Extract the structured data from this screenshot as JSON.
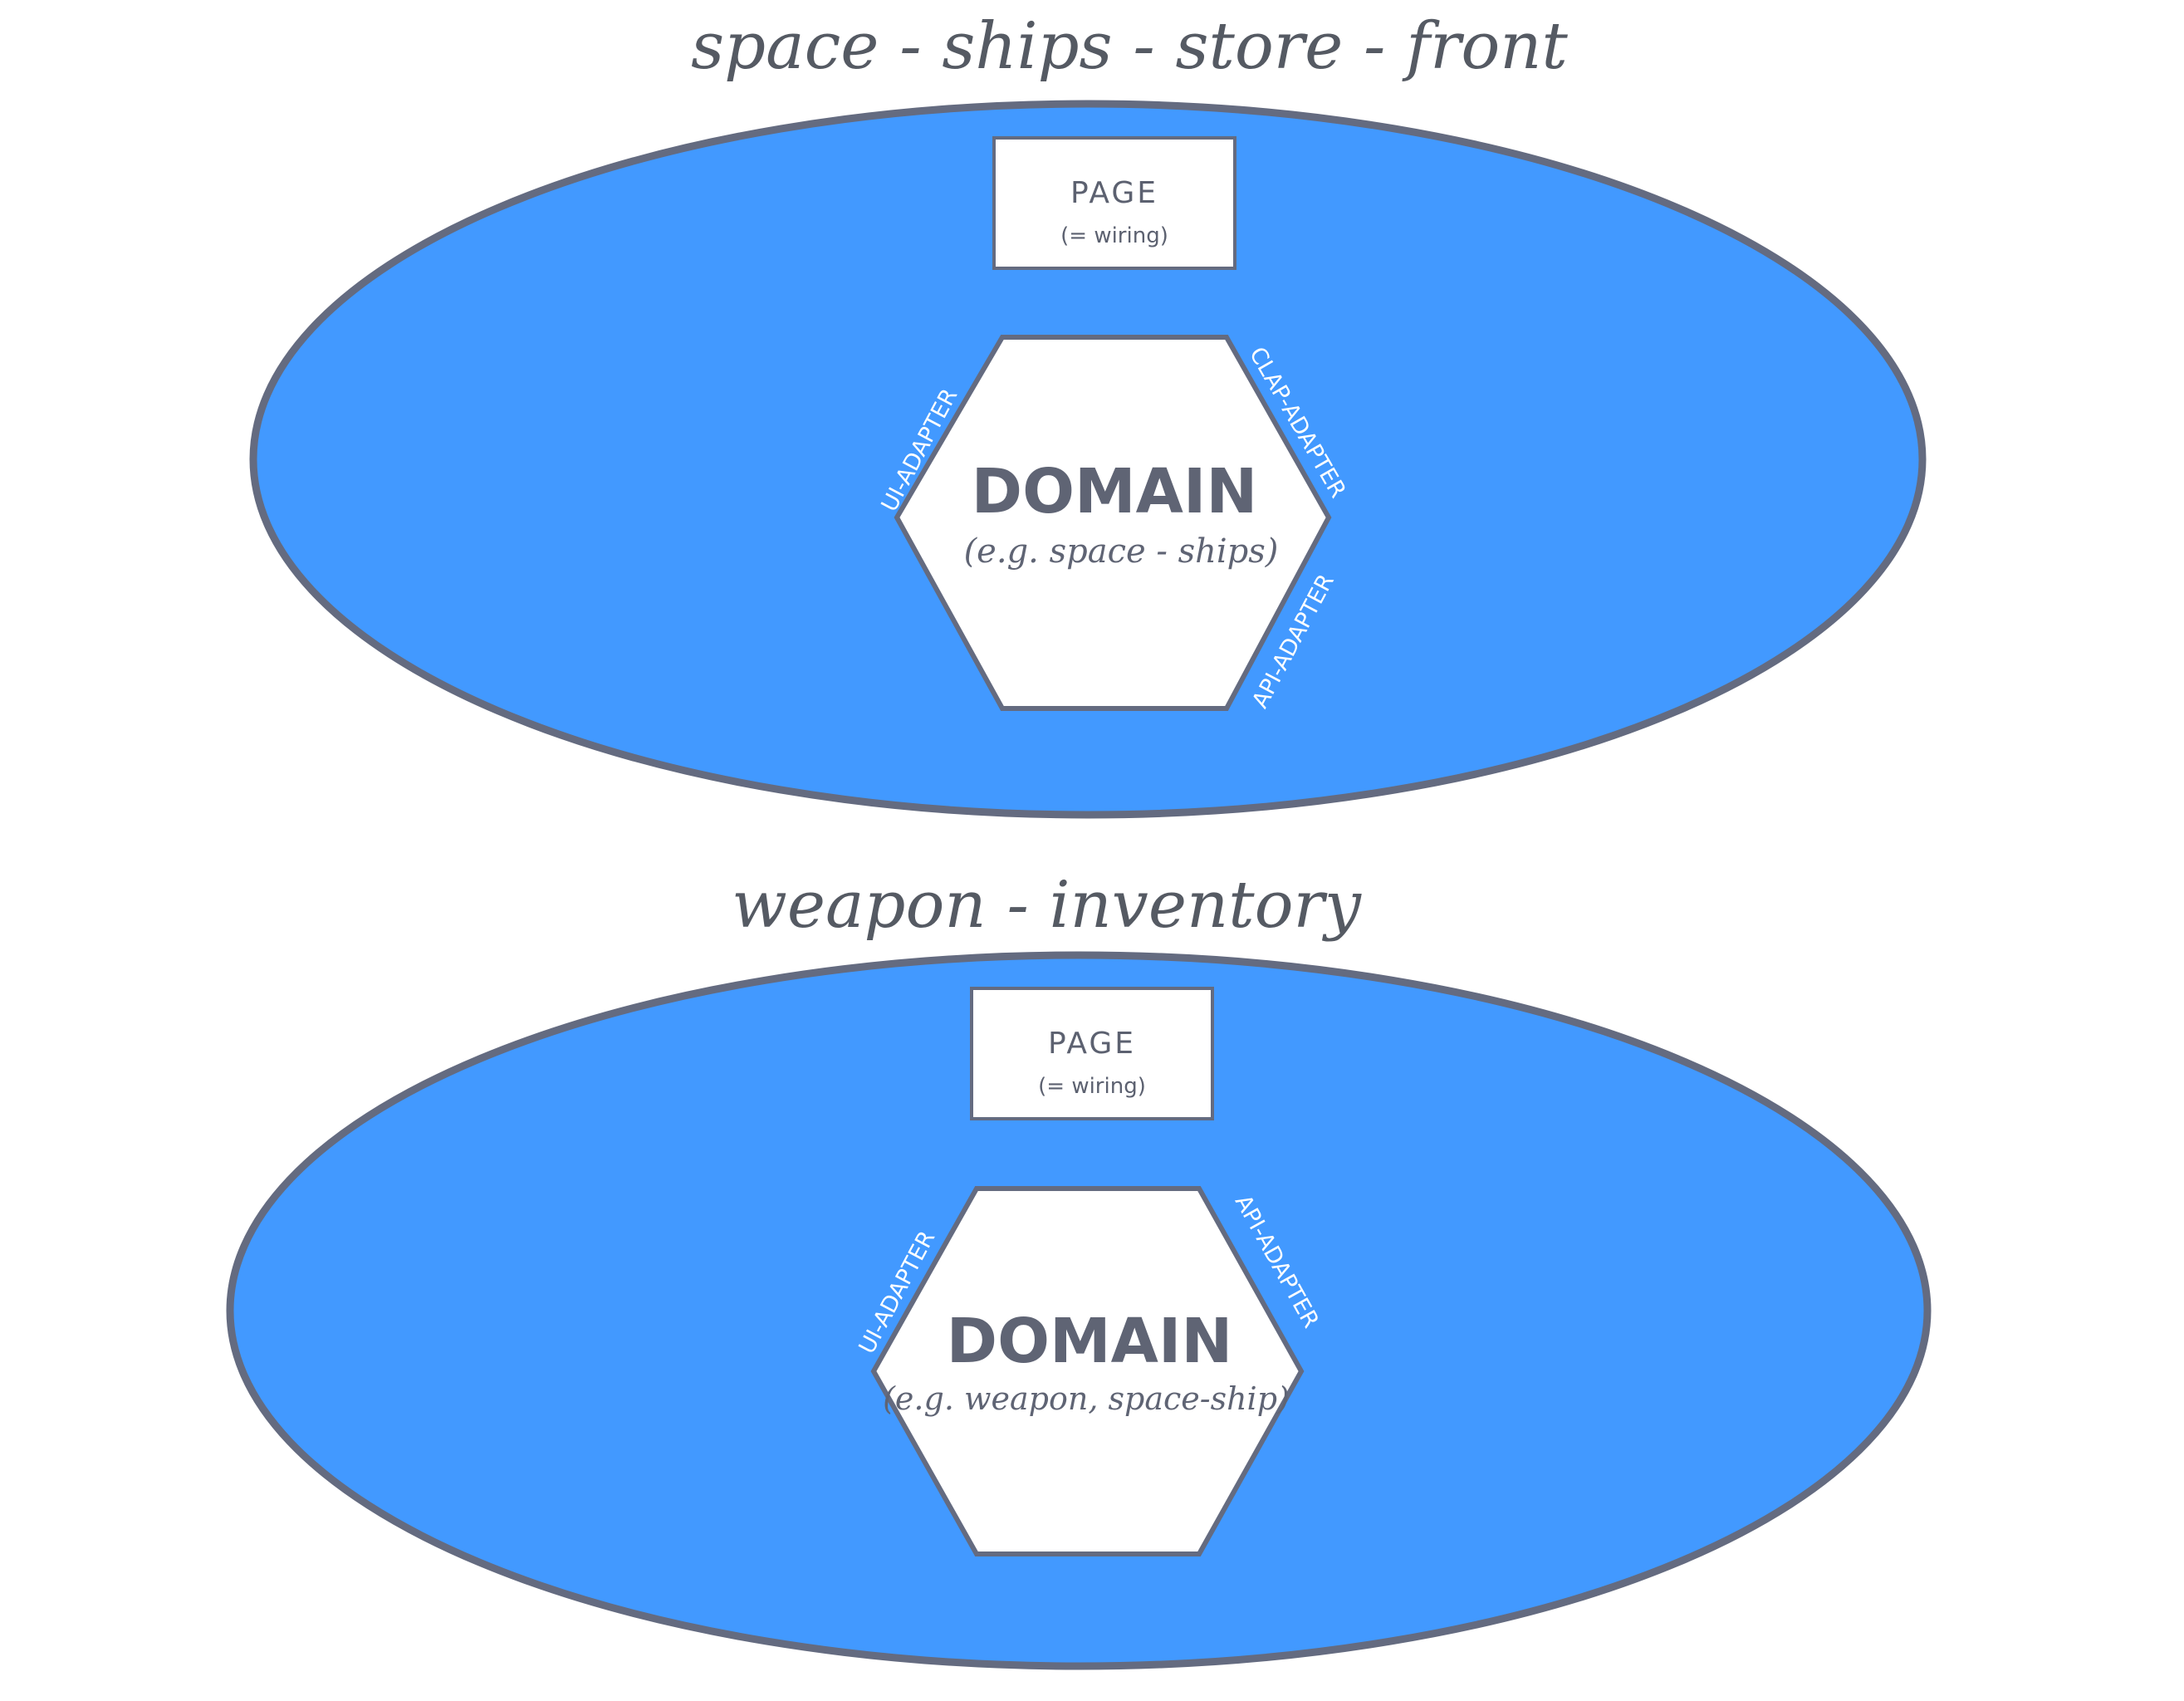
{
  "colors": {
    "ellipse_fill": "#4299ff",
    "outline": "#646b80",
    "box_fill": "#ffffff",
    "text": "#5c6170",
    "adapter_text": "#ffffff"
  },
  "apps": [
    {
      "title": "space - ships - store - front",
      "page": {
        "label": "PAGE",
        "sublabel": "(= wiring)"
      },
      "domain": {
        "label": "DOMAIN",
        "sublabel": "(e.g. space - ships)"
      },
      "adapters": [
        "UI-ADAPTER",
        "CLAP-ADAPTER",
        "API-ADAPTER"
      ]
    },
    {
      "title": "weapon - inventory",
      "page": {
        "label": "PAGE",
        "sublabel": "(= wiring)"
      },
      "domain": {
        "label": "DOMAIN",
        "sublabel": "(e.g. weapon, space-ship)"
      },
      "adapters": [
        "UI-ADAPTER",
        "API-ADAPTER"
      ]
    }
  ]
}
